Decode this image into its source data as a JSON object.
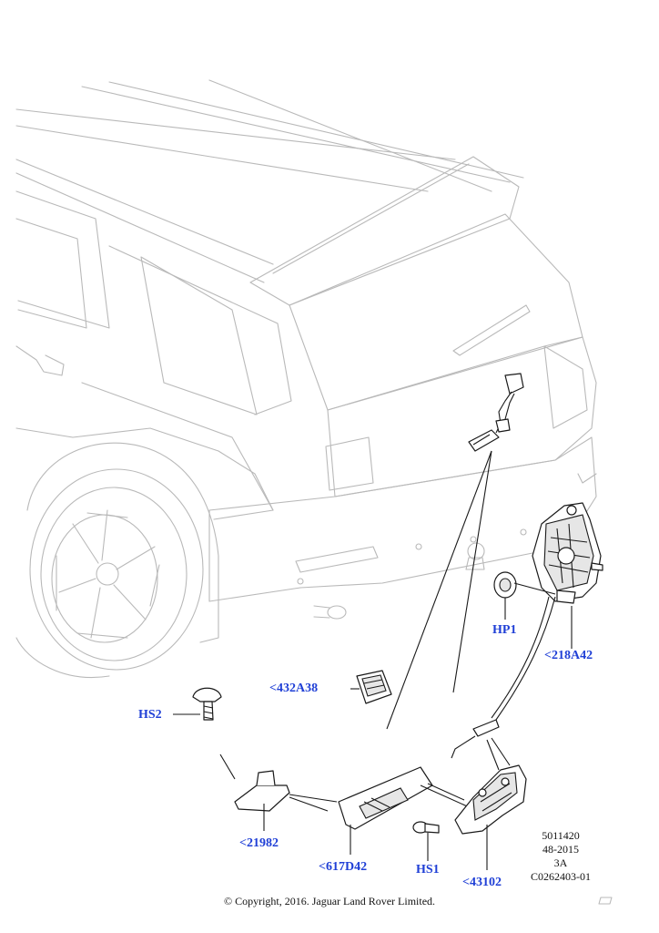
{
  "callouts": {
    "hp1": "HP1",
    "p218a42": "<218A42",
    "p432a38": "<432A38",
    "hs2": "HS2",
    "p21982": "<21982",
    "p617d42": "<617D42",
    "hs1": "HS1",
    "p43102": "<43102"
  },
  "reference": {
    "line1": "5011420",
    "line2": "48-2015",
    "line3": "3A",
    "line4": "C0262403-01"
  },
  "copyright": "© Copyright, 2016. Jaguar Land Rover Limited.",
  "colors": {
    "callout": "#1f3fd6",
    "vehicle_line": "#b9b9b9",
    "part_line": "#1a1a1a"
  }
}
